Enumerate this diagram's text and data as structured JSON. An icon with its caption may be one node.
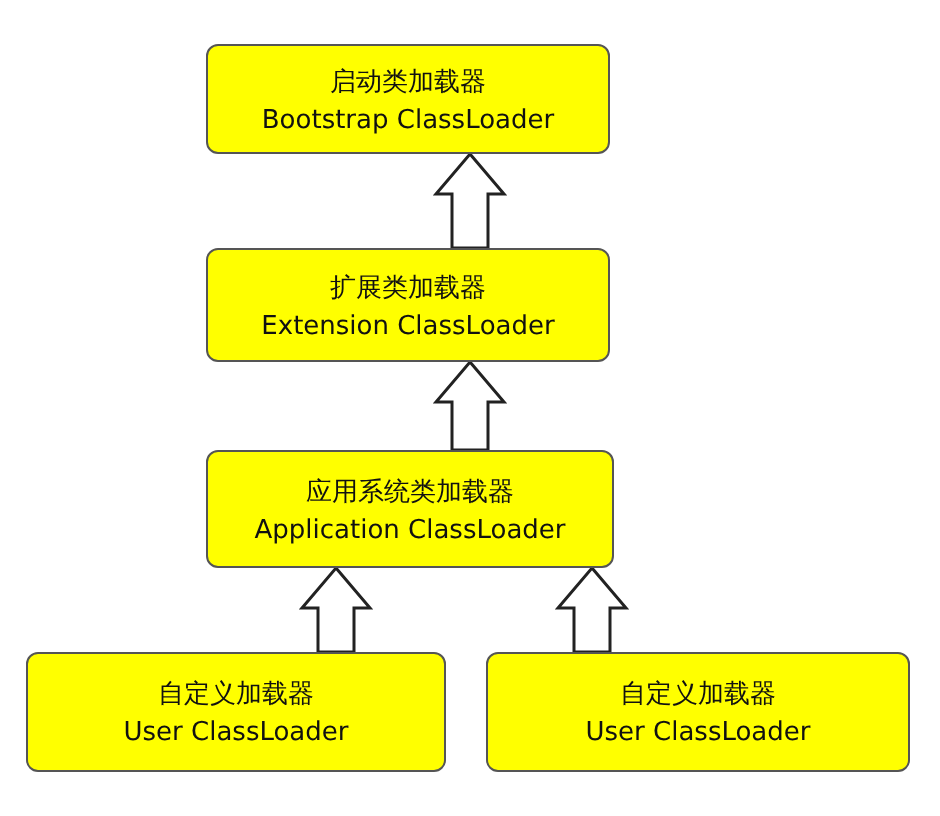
{
  "diagram": {
    "nodes": [
      {
        "text": [
          "启动类加载器",
          "Bootstrap ClassLoader"
        ]
      },
      {
        "text": [
          "扩展类加载器",
          "Extension ClassLoader"
        ]
      },
      {
        "text": [
          "应用系统类加载器",
          "Application ClassLoader"
        ]
      },
      {
        "text": [
          "自定义加载器",
          "User ClassLoader"
        ]
      },
      {
        "text": [
          "自定义加载器",
          "User ClassLoader"
        ]
      }
    ],
    "edges": [
      {
        "from": 1,
        "to": 0,
        "arrow": "to"
      },
      {
        "from": 2,
        "to": 1,
        "arrow": "to"
      },
      {
        "from": 3,
        "to": 2,
        "arrow": "to"
      },
      {
        "from": 4,
        "to": 2,
        "arrow": "to"
      }
    ]
  }
}
